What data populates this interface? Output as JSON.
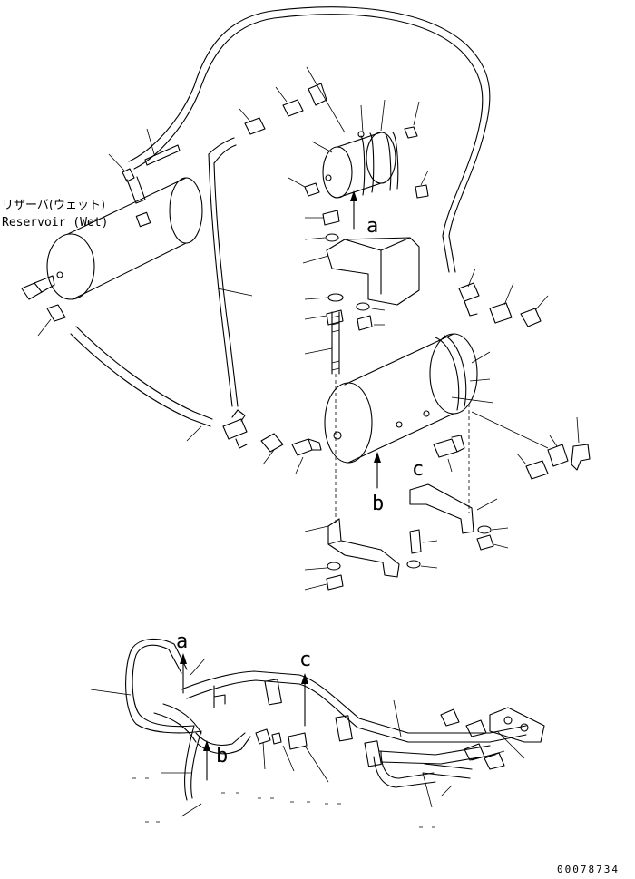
{
  "diagram": {
    "reservoir_label_jp": "リザーバ(ウェット)",
    "reservoir_label_en": "Reservoir (Wet)",
    "view_labels": {
      "a_upper": "a",
      "b_upper": "b",
      "c_upper": "c",
      "a_lower": "a",
      "b_lower": "b",
      "c_lower": "c"
    },
    "drawing_number": "00078734"
  }
}
